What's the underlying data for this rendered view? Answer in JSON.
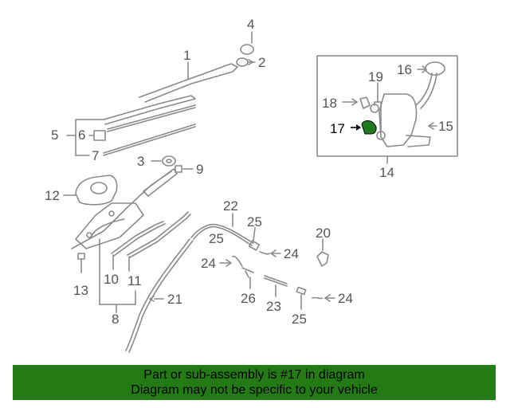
{
  "callouts": {
    "c1": "1",
    "c2": "2",
    "c3": "3",
    "c4": "4",
    "c5": "5",
    "c6": "6",
    "c7": "7",
    "c8": "8",
    "c9": "9",
    "c10": "10",
    "c11": "11",
    "c12": "12",
    "c13": "13",
    "c14": "14",
    "c15": "15",
    "c16": "16",
    "c17": "17",
    "c18": "18",
    "c19": "19",
    "c20": "20",
    "c21": "21",
    "c22": "22",
    "c23": "23",
    "c24a": "24",
    "c24b": "24",
    "c24c": "24",
    "c25a": "25",
    "c25b": "25",
    "c25c": "25",
    "c26": "26"
  },
  "highlight": {
    "part": "17",
    "color": "#1f7a1f"
  },
  "colors": {
    "footer_bg": "#247a14",
    "lines": "#8a8a8a",
    "labels": "#555555"
  },
  "footer": {
    "line1": "Part or sub-assembly is #17 in diagram",
    "line2": "Diagram may not be specific to your vehicle"
  }
}
